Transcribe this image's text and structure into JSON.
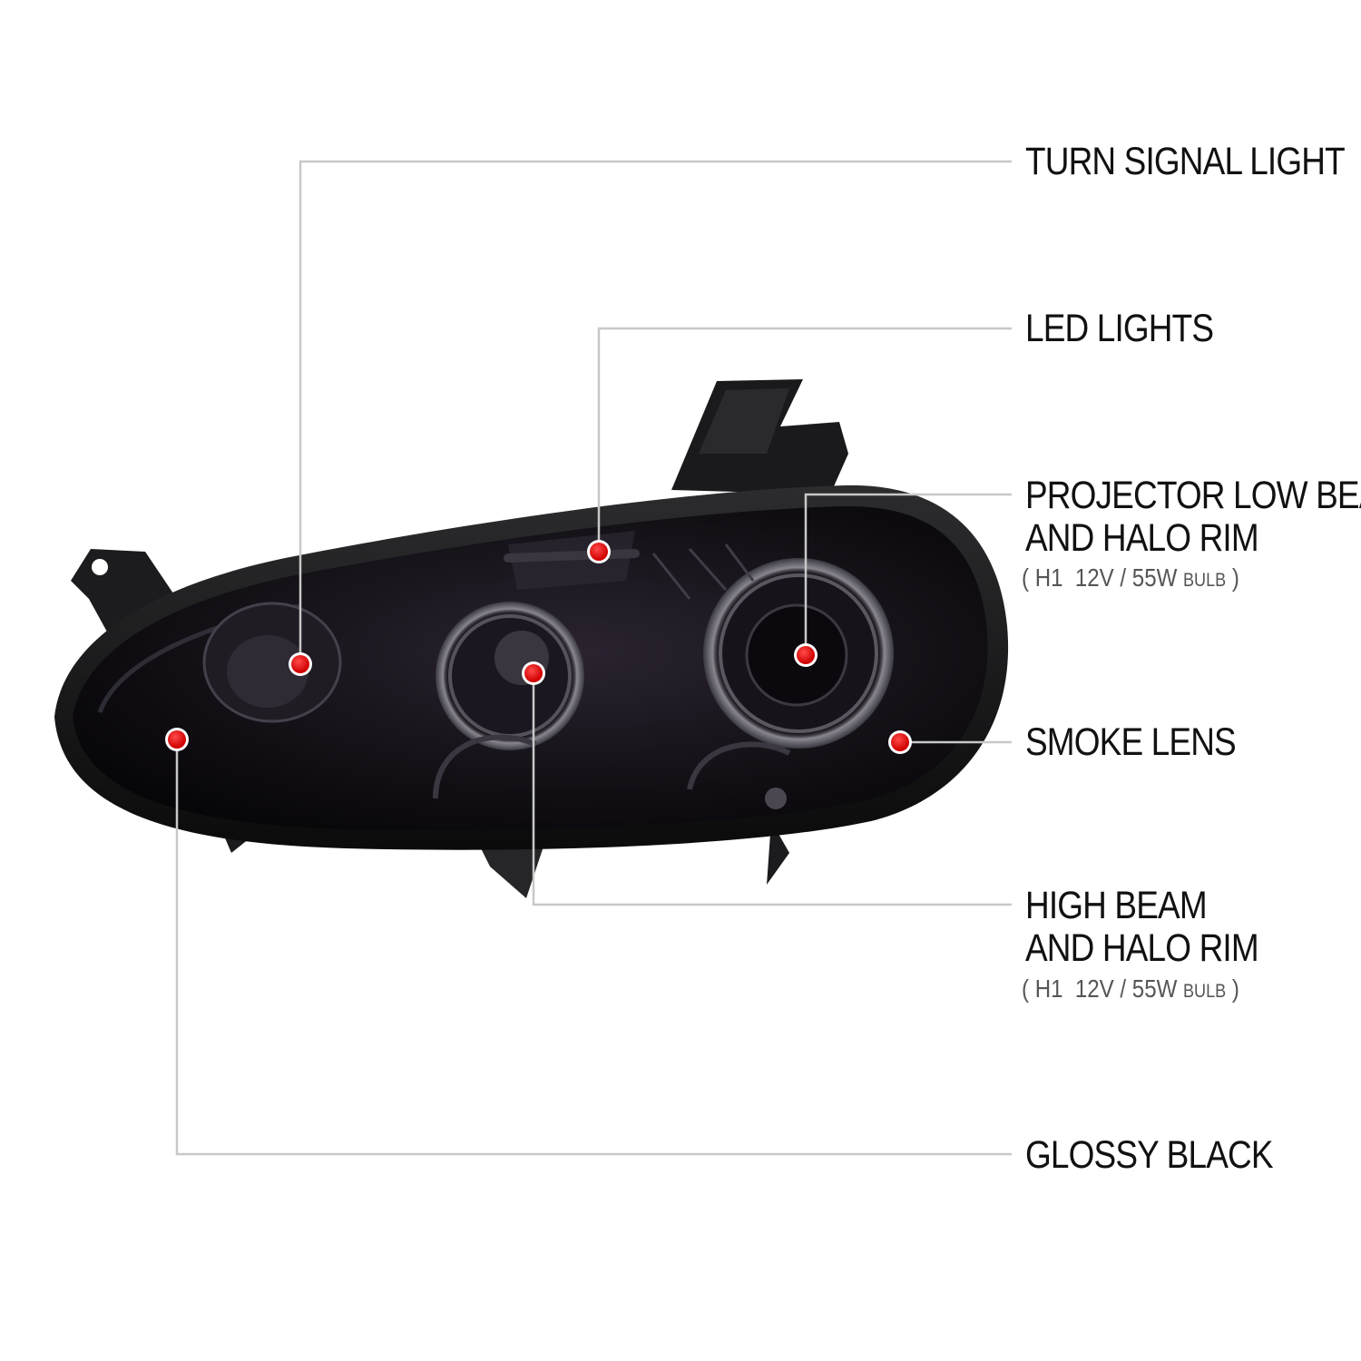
{
  "colors": {
    "background": "#ffffff",
    "leader_line": "#c8c8c8",
    "marker": "#e00000",
    "label_text": "#111111",
    "spec_text": "#555555"
  },
  "callouts": [
    {
      "id": "turn-signal-light",
      "lines": [
        "TURN SIGNAL LIGHT"
      ]
    },
    {
      "id": "led-lights",
      "lines": [
        "LED LIGHTS"
      ]
    },
    {
      "id": "projector-low-beam",
      "lines": [
        "PROJECTOR LOW BEAM",
        "AND HALO RIM"
      ],
      "spec": {
        "open": "(",
        "bulb": "H1",
        "rating": "12V / 55W",
        "unit": "BULB",
        "close": ")"
      }
    },
    {
      "id": "smoke-lens",
      "lines": [
        "SMOKE LENS"
      ]
    },
    {
      "id": "high-beam",
      "lines": [
        "HIGH BEAM",
        "AND HALO RIM"
      ],
      "spec": {
        "open": "(",
        "bulb": "H1",
        "rating": "12V / 55W",
        "unit": "BULB",
        "close": ")"
      }
    },
    {
      "id": "glossy-black",
      "lines": [
        "GLOSSY BLACK"
      ]
    }
  ],
  "image": {
    "subject": "headlight-assembly-smoke-glossy-black"
  }
}
